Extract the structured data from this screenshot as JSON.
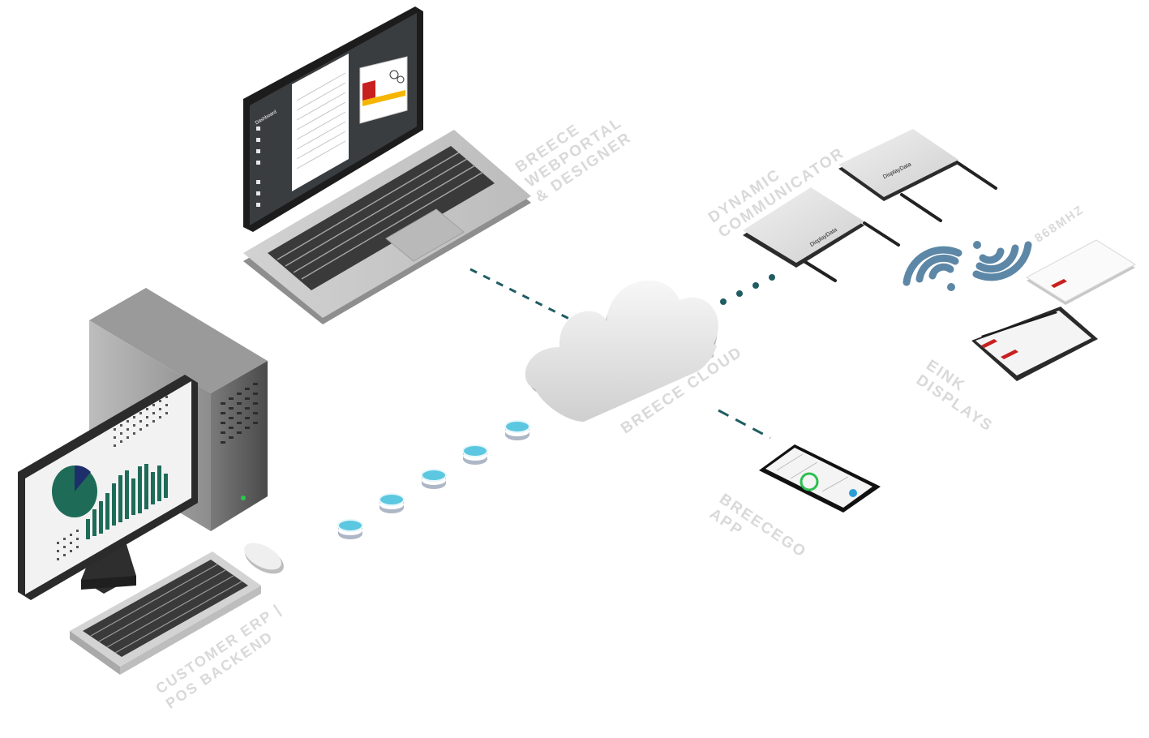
{
  "labels": {
    "webportal_line1": "BREECE",
    "webportal_line2": "WEBPORTAL",
    "webportal_line3": "& DESIGNER",
    "communicator_line1": "DYNAMIC",
    "communicator_line2": "COMMUNICATOR",
    "frequency": "868MHZ",
    "cloud": "BREECE CLOUD",
    "eink_line1": "EINK",
    "eink_line2": "DISPLAYS",
    "breecego_line1": "BREECEGO",
    "breecego_line2": "APP",
    "erp_line1": "CUSTOMER ERP |",
    "erp_line2": "POS BACKEND"
  },
  "devices": {
    "communicator_label": "DisplayData",
    "laptop_sidebar_title": "Dashboard"
  },
  "colors": {
    "label": "#d9d9d9",
    "teal": "#1f5d63",
    "chart_green": "#1e6b58",
    "chart_navy": "#1d2f6a",
    "wifi_blue": "#5d87a6",
    "db_blue": "#5cc7e0",
    "tag_red": "#c8201f"
  }
}
